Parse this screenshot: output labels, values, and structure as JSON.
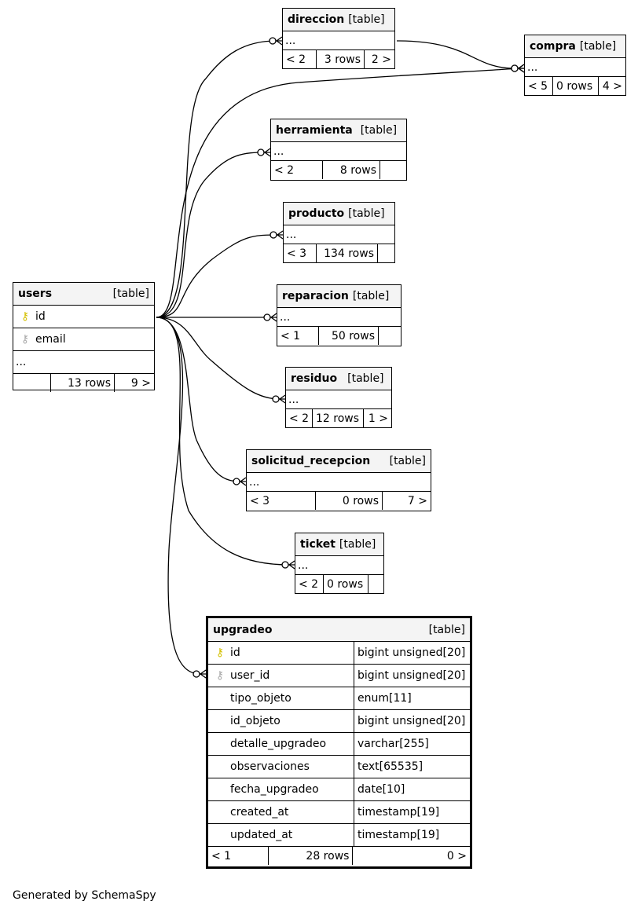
{
  "tables": {
    "users": {
      "name": "users",
      "kind": "[table]",
      "columns": [
        "id",
        "email"
      ],
      "more": "...",
      "rows_label": "13 rows",
      "children_label": "9 >"
    },
    "direccion": {
      "name": "direccion",
      "kind": "[table]",
      "more": "...",
      "parents": "< 2",
      "rows_label": "3 rows",
      "children_label": "2 >"
    },
    "compra": {
      "name": "compra",
      "kind": "[table]",
      "more": "...",
      "parents": "< 5",
      "rows_label": "0 rows",
      "children_label": "4 >"
    },
    "herramienta": {
      "name": "herramienta",
      "kind": "[table]",
      "more": "...",
      "parents": "< 2",
      "rows_label": "8 rows",
      "children_label": ""
    },
    "producto": {
      "name": "producto",
      "kind": "[table]",
      "more": "...",
      "parents": "< 3",
      "rows_label": "134 rows",
      "children_label": ""
    },
    "reparacion": {
      "name": "reparacion",
      "kind": "[table]",
      "more": "...",
      "parents": "< 1",
      "rows_label": "50 rows",
      "children_label": ""
    },
    "residuo": {
      "name": "residuo",
      "kind": "[table]",
      "more": "...",
      "parents": "< 2",
      "rows_label": "12 rows",
      "children_label": "1 >"
    },
    "solicitud_recepcion": {
      "name": "solicitud_recepcion",
      "kind": "[table]",
      "more": "...",
      "parents": "< 3",
      "rows_label": "0 rows",
      "children_label": "7 >"
    },
    "ticket": {
      "name": "ticket",
      "kind": "[table]",
      "more": "...",
      "parents": "< 2",
      "rows_label": "0 rows",
      "children_label": ""
    },
    "upgradeo": {
      "name": "upgradeo",
      "kind": "[table]",
      "columns": [
        {
          "name": "id",
          "type": "bigint unsigned[20]",
          "key": "primary"
        },
        {
          "name": "user_id",
          "type": "bigint unsigned[20]",
          "key": "foreign"
        },
        {
          "name": "tipo_objeto",
          "type": "enum[11]",
          "key": ""
        },
        {
          "name": "id_objeto",
          "type": "bigint unsigned[20]",
          "key": ""
        },
        {
          "name": "detalle_upgradeo",
          "type": "varchar[255]",
          "key": ""
        },
        {
          "name": "observaciones",
          "type": "text[65535]",
          "key": ""
        },
        {
          "name": "fecha_upgradeo",
          "type": "date[10]",
          "key": ""
        },
        {
          "name": "created_at",
          "type": "timestamp[19]",
          "key": ""
        },
        {
          "name": "updated_at",
          "type": "timestamp[19]",
          "key": ""
        }
      ],
      "parents": "< 1",
      "rows_label": "28 rows",
      "children_label": "0 >"
    }
  },
  "icons": {
    "primary_key": "key-icon",
    "foreign_key": "key-icon",
    "primary_key_color": "#d4c000",
    "foreign_key_color": "#aaaaaa"
  },
  "footer": "Generated by SchemaSpy"
}
